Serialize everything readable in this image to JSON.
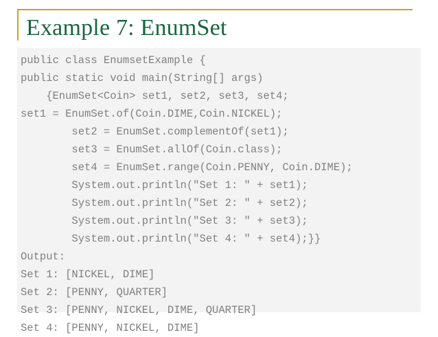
{
  "slide": {
    "title": "Example 7: EnumSet",
    "accent_color": "#d4a017",
    "title_color": "#1a6641",
    "code_background": "#f3f3f3",
    "code_text_color": "#808080"
  },
  "code": {
    "lines": [
      "public class EnumsetExample {",
      "public static void main(String[] args)",
      "    {EnumSet<Coin> set1, set2, set3, set4;",
      "set1 = EnumSet.of(Coin.DIME,Coin.NICKEL);",
      "        set2 = EnumSet.complementOf(set1);",
      "        set3 = EnumSet.allOf(Coin.class);",
      "        set4 = EnumSet.range(Coin.PENNY, Coin.DIME);",
      "        System.out.println(\"Set 1: \" + set1);",
      "        System.out.println(\"Set 2: \" + set2);",
      "        System.out.println(\"Set 3: \" + set3);",
      "        System.out.println(\"Set 4: \" + set4);}}",
      "Output:",
      "Set 1: [NICKEL, DIME]",
      "Set 2: [PENNY, QUARTER]",
      "Set 3: [PENNY, NICKEL, DIME, QUARTER]",
      "Set 4: [PENNY, NICKEL, DIME]"
    ]
  }
}
